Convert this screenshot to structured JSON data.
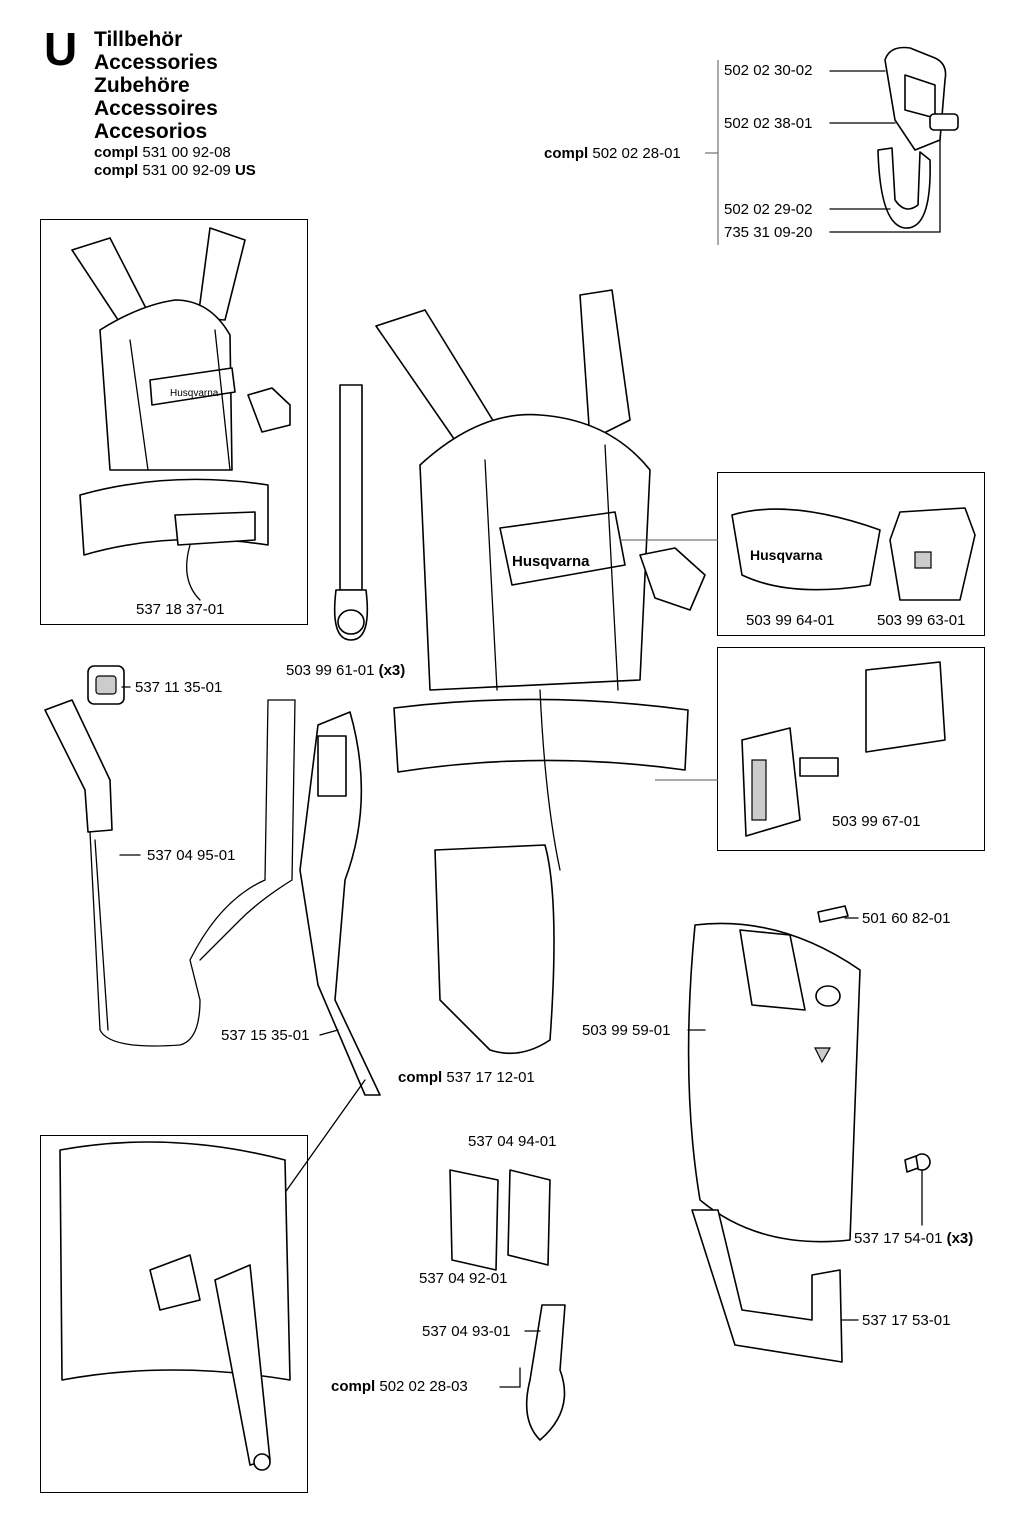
{
  "header": {
    "section_letter": "U",
    "titles": [
      "Tillbehör",
      "Accessories",
      "Zubehöre",
      "Accessoires",
      "Accesorios"
    ],
    "compl_word": "compl",
    "compl_numbers": [
      "531 00 92-08",
      "531 00 92-09"
    ],
    "us_suffix": "US"
  },
  "parts": {
    "p_502_02_30_02": "502 02 30-02",
    "p_502_02_38_01": "502 02 38-01",
    "compl_502_02_28_01": "502 02 28-01",
    "p_502_02_29_02": "502 02 29-02",
    "p_735_31_09_20": "735 31 09-20",
    "p_537_18_37_01": "537 18 37-01",
    "p_503_99_61_01": "503 99 61-01",
    "x3": "(x3)",
    "p_503_99_64_01": "503 99 64-01",
    "p_503_99_63_01": "503 99 63-01",
    "p_537_11_35_01": "537 11 35-01",
    "p_537_04_95_01": "537 04 95-01",
    "p_503_99_67_01": "503 99 67-01",
    "p_501_60_82_01": "501 60 82-01",
    "p_537_15_35_01": "537 15 35-01",
    "p_503_99_59_01": "503 99 59-01",
    "compl_537_17_12_01": "537 17 12-01",
    "p_537_04_94_01": "537 04 94-01",
    "p_537_17_54_01": "537 17 54-01",
    "p_537_04_92_01": "537 04 92-01",
    "p_537_17_53_01": "537 17 53-01",
    "p_537_04_93_01": "537 04 93-01",
    "compl_502_02_28_03": "502 02 28-03"
  },
  "brand": "Husqvarna"
}
